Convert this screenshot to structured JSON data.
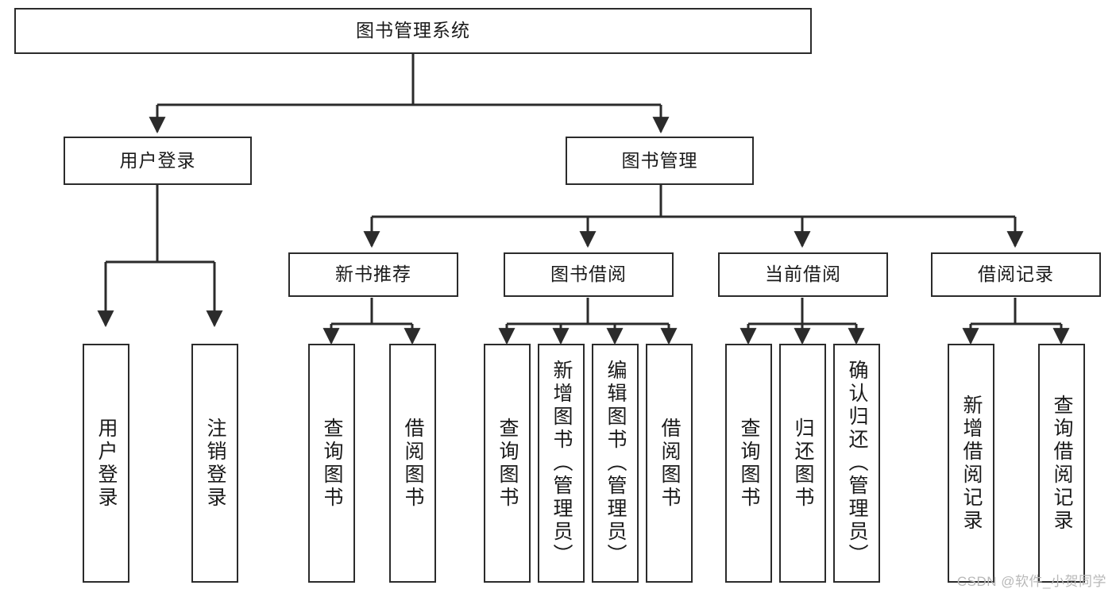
{
  "diagram": {
    "type": "tree-hierarchy",
    "title": "图书管理系统",
    "watermark": "CSDN @软件_小贺同学",
    "colors": {
      "background": "#ffffff",
      "stroke": "#2b2b2b",
      "text": "#1a1a1a",
      "watermark": "#b8b8b8"
    },
    "nodes": {
      "root": {
        "label": "图书管理系统"
      },
      "level1": [
        {
          "label": "用户登录"
        },
        {
          "label": "图书管理"
        }
      ],
      "level2": [
        {
          "label": "新书推荐"
        },
        {
          "label": "图书借阅"
        },
        {
          "label": "当前借阅"
        },
        {
          "label": "借阅记录"
        }
      ],
      "leaves": {
        "user_login": [
          {
            "label": "用户登录"
          },
          {
            "label": "注销登录"
          }
        ],
        "new_book_rec": [
          {
            "label": "查询图书"
          },
          {
            "label": "借阅图书"
          }
        ],
        "book_borrow": [
          {
            "label": "查询图书"
          },
          {
            "label": "新增图书（管理员）"
          },
          {
            "label": "编辑图书（管理员）"
          },
          {
            "label": "借阅图书"
          }
        ],
        "current_borrow": [
          {
            "label": "查询图书"
          },
          {
            "label": "归还图书"
          },
          {
            "label": "确认归还（管理员）"
          }
        ],
        "borrow_record": [
          {
            "label": "新增借阅记录"
          },
          {
            "label": "查询借阅记录"
          }
        ]
      }
    }
  }
}
